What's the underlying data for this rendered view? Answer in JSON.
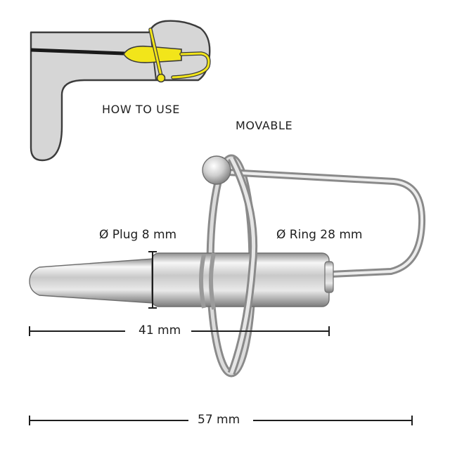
{
  "labels": {
    "how_to_use": "HOW TO USE",
    "movable": "MOVABLE",
    "plug_diameter": "Ø Plug 8 mm",
    "ring_diameter": "Ø Ring 28 mm",
    "length_plug": "41 mm",
    "length_total": "57 mm"
  },
  "colors": {
    "illustration_fill": "#d6d6d6",
    "illustration_outline": "#3c3c3c",
    "highlight": "#f2e51a",
    "steel_light": "#f4f4f4",
    "steel_dark": "#8c8c8c",
    "dimension_line": "#1e1e1e"
  }
}
